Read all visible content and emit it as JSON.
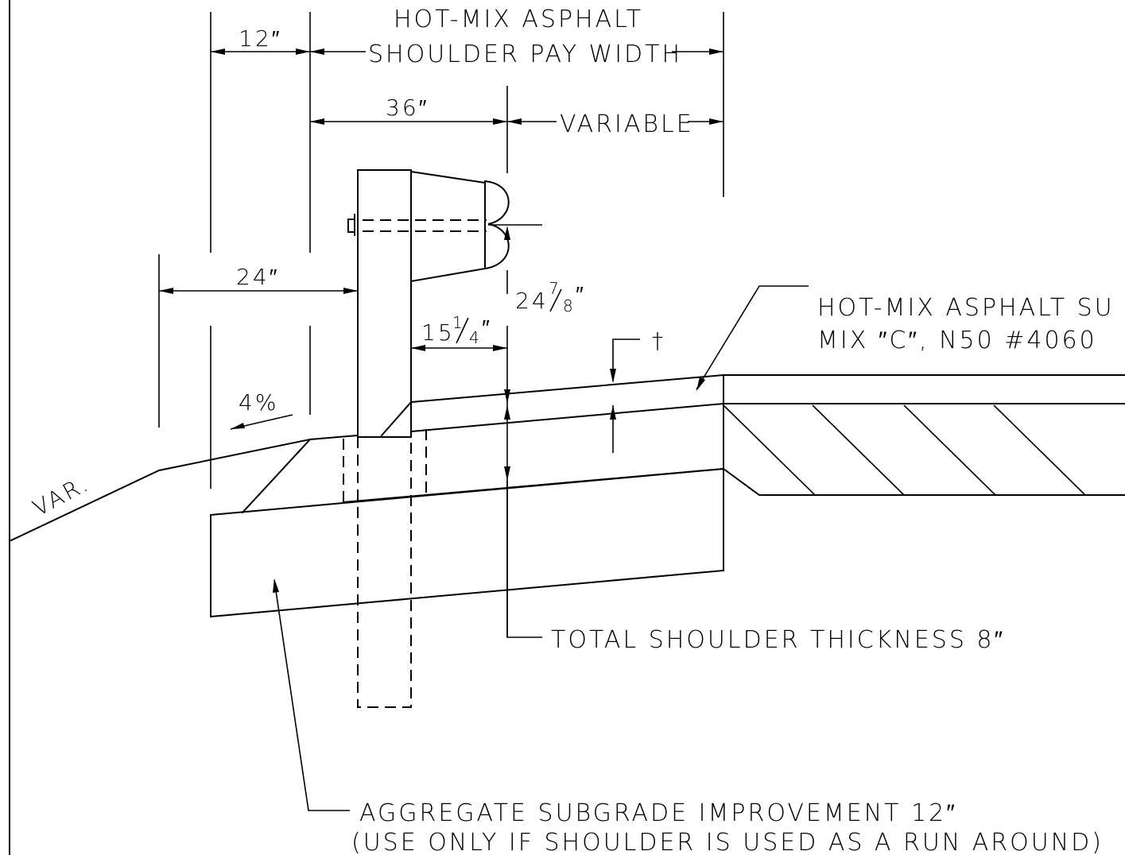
{
  "labels": {
    "hot_mix_line1": "HOT-MIX ASPHALT",
    "hot_mix_line2": "SHOULDER PAY WIDTH",
    "dim_12": "12″",
    "dim_36": "36″",
    "variable": "VARIABLE",
    "dim_24": "24″",
    "dim_24_7_8_whole": "24",
    "dim_24_7_8_num": "7",
    "dim_24_7_8_den": "8",
    "dim_24_7_8_unit": "″",
    "dim_15_1_4_whole": "15",
    "dim_15_1_4_num": "1",
    "dim_15_1_4_den": "4",
    "dim_15_1_4_unit": "″",
    "dagger": "†",
    "surface_line1": "HOT-MIX ASPHALT SU",
    "surface_line2": "MIX ″C″, N50  #4060",
    "slope_4": "4%",
    "var": "VAR.",
    "total_thickness": "TOTAL SHOULDER THICKNESS 8″",
    "aggregate_line1": "AGGREGATE SUBGRADE IMPROVEMENT 12″",
    "aggregate_line2": "(USE ONLY IF SHOULDER IS USED AS A RUN AROUND)"
  },
  "colors": {
    "line": "#000000",
    "background": "#ffffff"
  }
}
